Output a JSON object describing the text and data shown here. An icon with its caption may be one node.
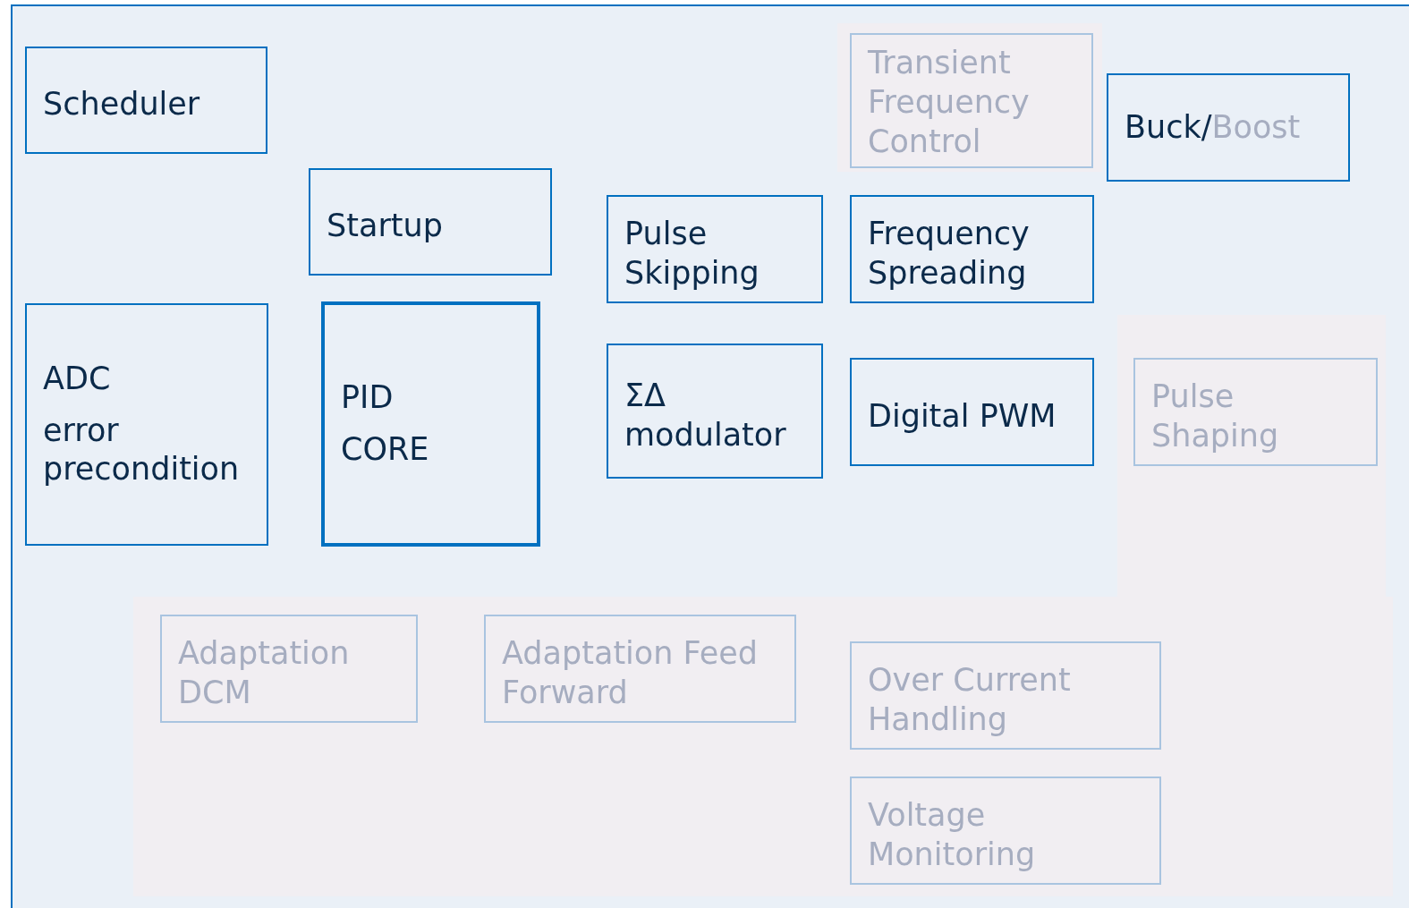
{
  "diagram": {
    "nodes": [
      {
        "text": [
          "Scheduler"
        ]
      },
      {
        "text": [
          "Transient Frequency Control"
        ]
      },
      {
        "text": [
          "Buck/",
          "Boost"
        ]
      },
      {
        "text": [
          "Startup"
        ]
      },
      {
        "text": [
          "Pulse Skipping"
        ]
      },
      {
        "text": [
          "Frequency Spreading"
        ]
      },
      {
        "text": [
          "ADC",
          "error precondition"
        ]
      },
      {
        "text": [
          "PID",
          "CORE"
        ]
      },
      {
        "text": [
          "ΣΔ modulator"
        ]
      },
      {
        "text": [
          "Digital PWM"
        ]
      },
      {
        "text": [
          "Pulse Shaping"
        ]
      },
      {
        "text": [
          "Adaptation DCM"
        ]
      },
      {
        "text": [
          "Adaptation Feed Forward"
        ]
      },
      {
        "text": [
          "Over Current Handling"
        ]
      },
      {
        "text": [
          "Voltage Monitoring"
        ]
      }
    ]
  }
}
